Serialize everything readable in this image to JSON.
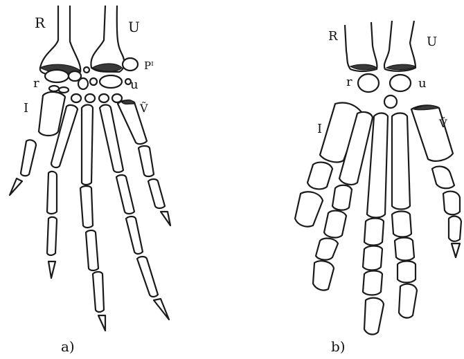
{
  "figure_a": {
    "labels": {
      "radius": "R",
      "ulna": "U",
      "pisiform": "Pᴵ",
      "radiale": "r",
      "ulnare": "u",
      "digit_one": "I",
      "digit_five": "Ṽ"
    },
    "caption": "a)"
  },
  "figure_b": {
    "labels": {
      "radius": "R",
      "ulna": "U",
      "radiale": "r",
      "ulnare": "u",
      "digit_one": "I",
      "digit_five": "Ṽ"
    },
    "caption": "b)"
  },
  "colors": {
    "line": "#1a1a1a",
    "cap": "#3a3a3a",
    "background": "#ffffff"
  }
}
